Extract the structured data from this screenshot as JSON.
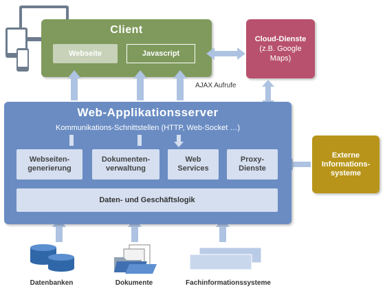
{
  "client": {
    "title": "Client",
    "webseite": "Webseite",
    "javascript": "Javascript"
  },
  "cloud": {
    "title": "Cloud-Dienste",
    "subtitle_line1": "(z.B. Google",
    "subtitle_line2": "Maps)"
  },
  "ajax_label": "AJAX Aufrufe",
  "server": {
    "title": "Web-Applikationsserver",
    "subtitle": "Kommunikations-Schnittstellen (HTTP, Web-Socket …)",
    "services": [
      {
        "line1": "Webseiten-",
        "line2": "generierung"
      },
      {
        "line1": "Dokumenten-",
        "line2": "verwaltung"
      },
      {
        "line1": "Web",
        "line2": "Services"
      },
      {
        "line1": "Proxy-",
        "line2": "Dienste"
      }
    ],
    "logic": "Daten- und Geschäftslogik"
  },
  "extern": {
    "line1": "Externe",
    "line2": "Informations-",
    "line3": "systeme"
  },
  "sources": {
    "db": "Datenbanken",
    "docs": "Dokumente",
    "fis": "Fachinformationssysteme"
  },
  "colors": {
    "client": "#7f9a5c",
    "cloud": "#b8516d",
    "server": "#6a8cc3",
    "service": "#d5dff0",
    "extern": "#b8951a",
    "arrow": "#aec3e2",
    "device": "#6d7b8d"
  },
  "icons": {
    "devices": "devices-icon",
    "db": "database-icon",
    "docs": "folder-icon",
    "fis": "stacked-systems-icon"
  }
}
